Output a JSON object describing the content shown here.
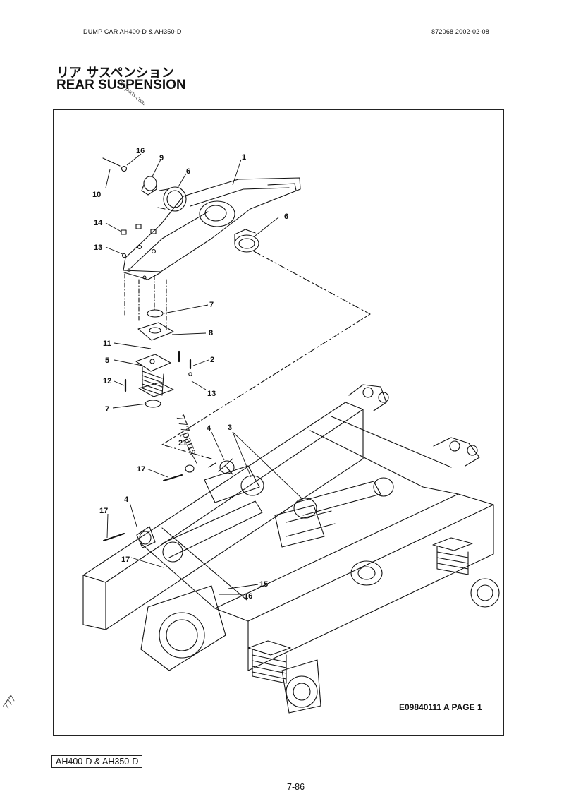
{
  "header": {
    "left": "DUMP CAR   AH400-D & AH350-D",
    "right": "872068    2002-02-08"
  },
  "title": {
    "japanese": "リア サスペンション",
    "english": "REAR SUSPENSION"
  },
  "diagram": {
    "reference": "E09840111 A PAGE 1",
    "callouts": [
      "16",
      "9",
      "1",
      "6",
      "10",
      "14",
      "6",
      "13",
      "7",
      "8",
      "11",
      "2",
      "5",
      "12",
      "13",
      "7",
      "4",
      "3",
      "21",
      "17",
      "4",
      "17",
      "17",
      "15",
      "16"
    ]
  },
  "watermarks": {
    "center": "777parts",
    "top": "777parts.com",
    "edge": "777"
  },
  "footer": {
    "model": "AH400-D & AH350-D",
    "page": "7-86"
  }
}
